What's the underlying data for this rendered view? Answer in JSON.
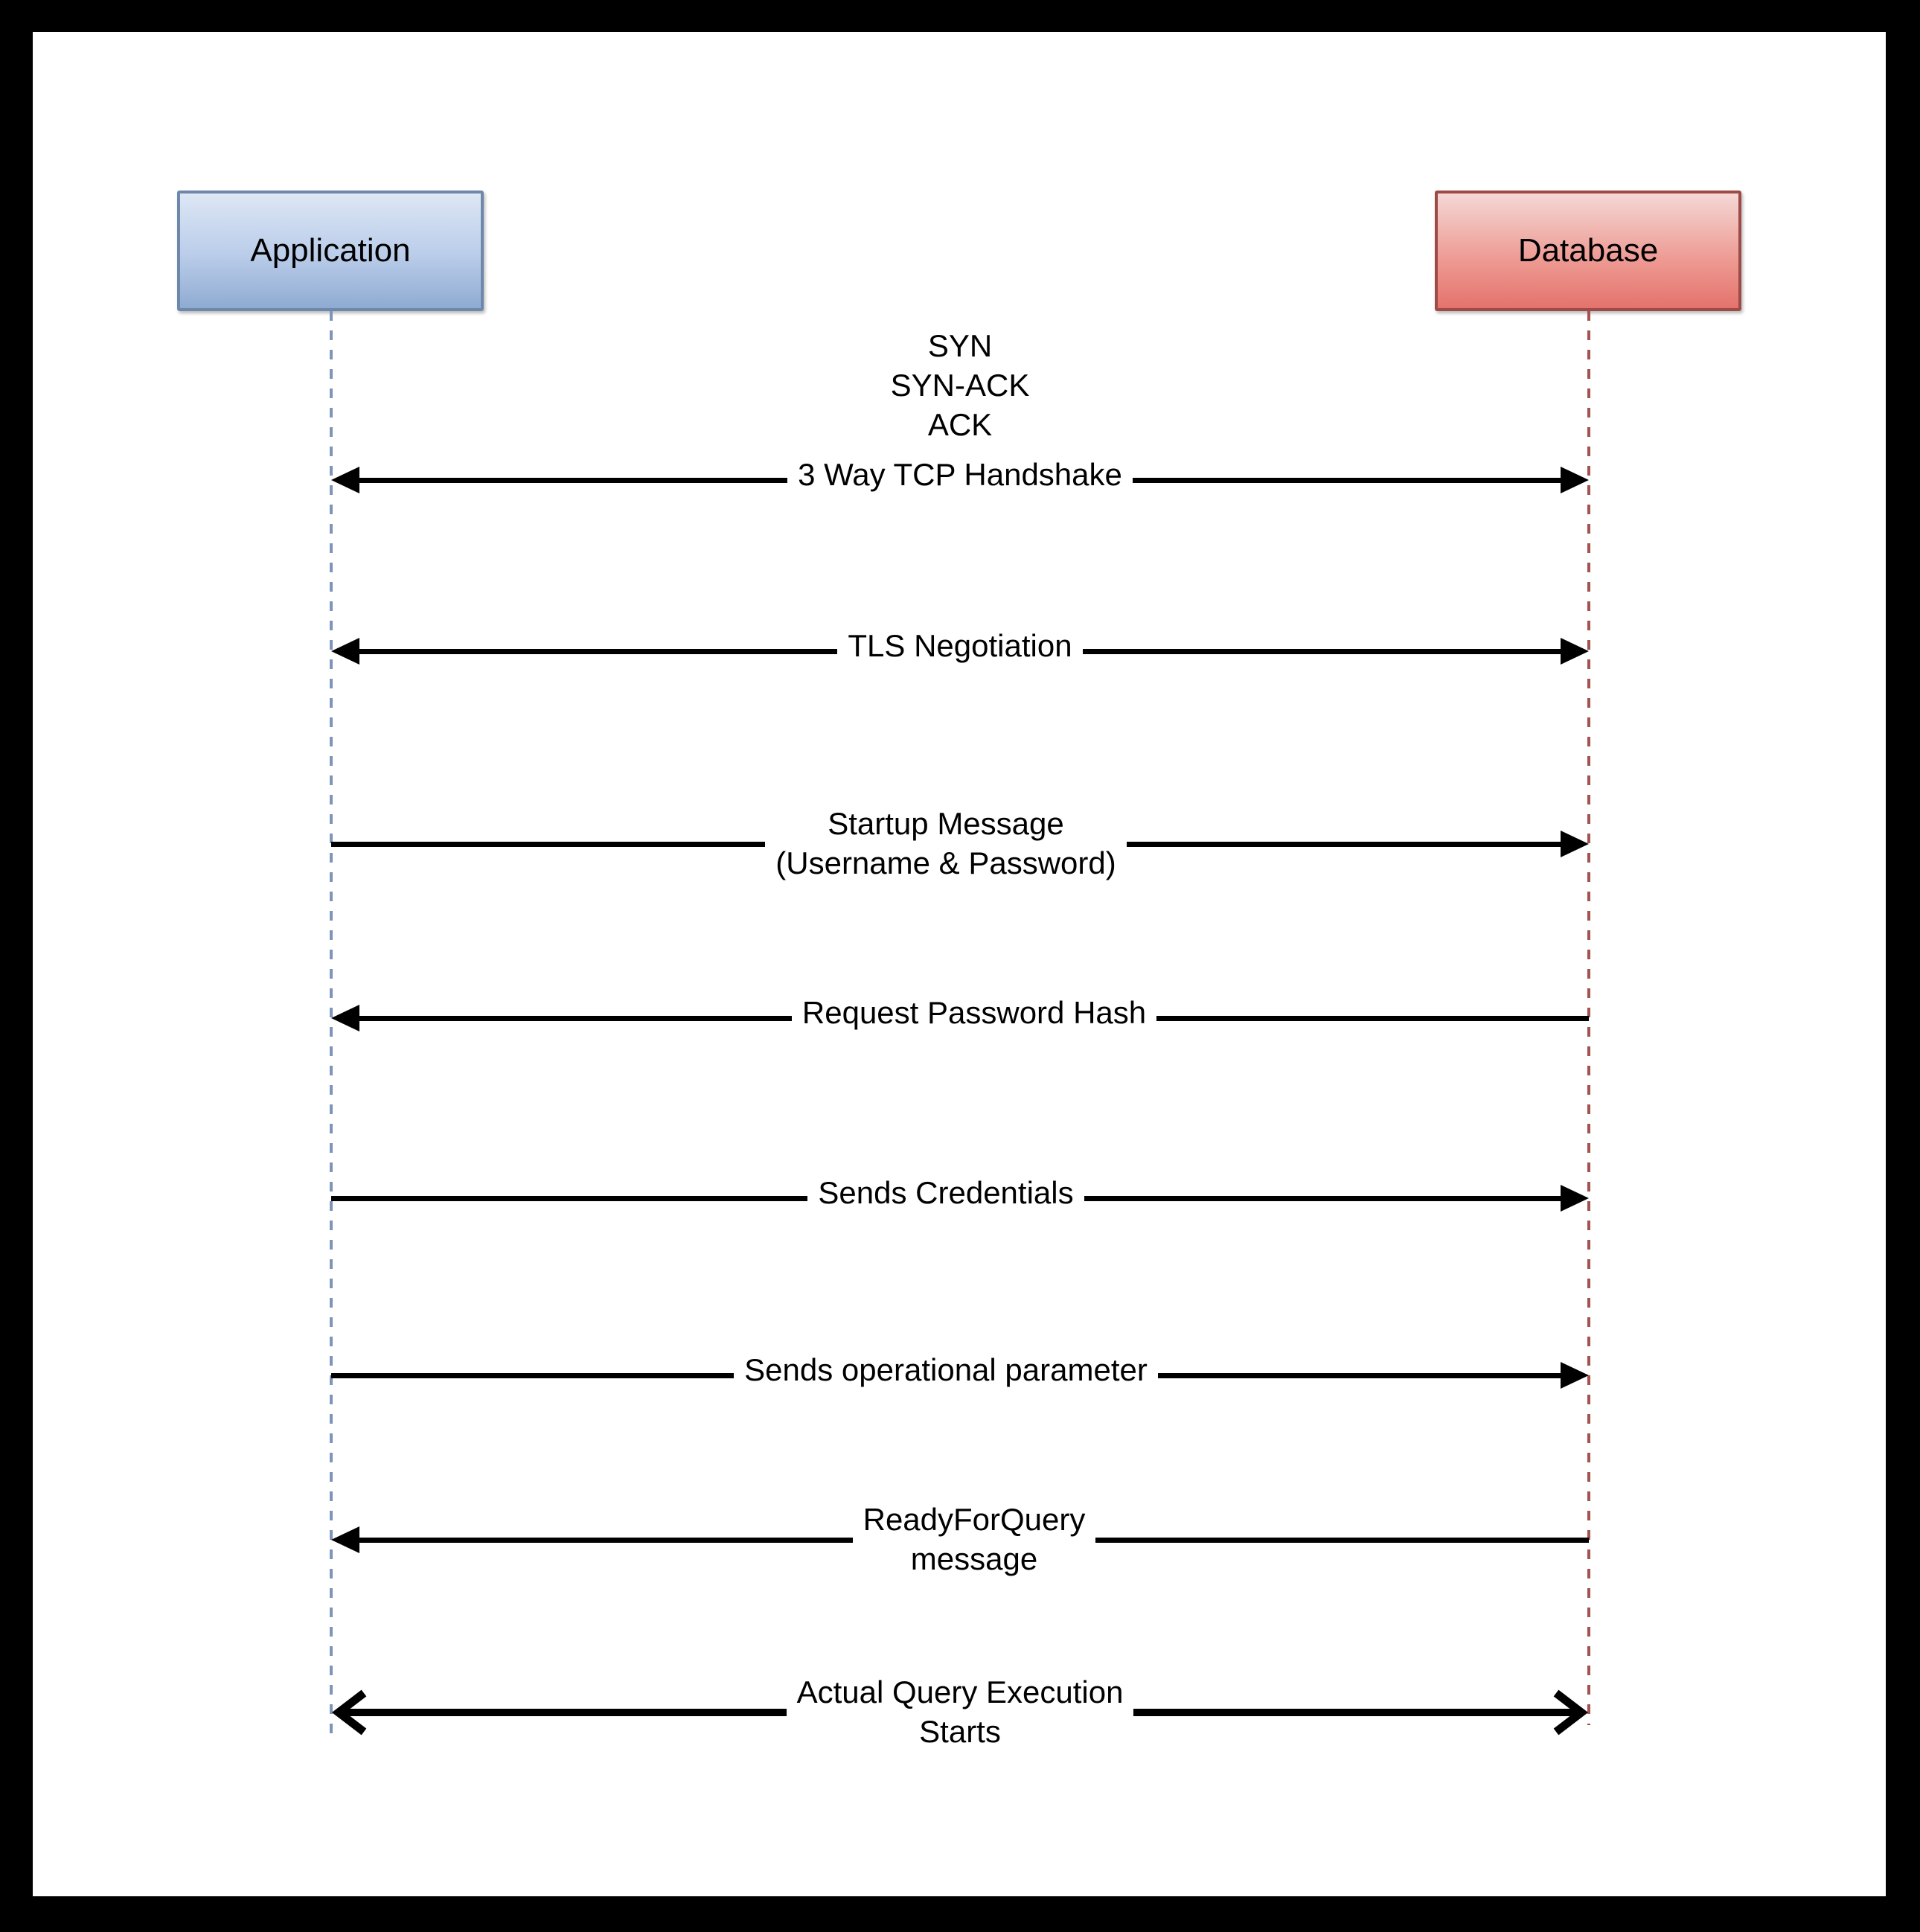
{
  "diagram": {
    "type": "sequence-diagram",
    "description": "Database connection handshake between an application and a database"
  },
  "actors": [
    {
      "id": "application",
      "label": "Application"
    },
    {
      "id": "database",
      "label": "Database"
    }
  ],
  "tcp_handshake_steps": {
    "step1": "SYN",
    "step2": "SYN-ACK",
    "step3": "ACK"
  },
  "messages": [
    {
      "label": "3 Way TCP Handshake",
      "from": "Application",
      "to": "Database",
      "direction": "both",
      "arrow_style": "filled"
    },
    {
      "label": "TLS Negotiation",
      "from": "Application",
      "to": "Database",
      "direction": "both",
      "arrow_style": "filled"
    },
    {
      "label": "Startup Message",
      "label2": "(Username & Password)",
      "from": "Application",
      "to": "Database",
      "direction": "right",
      "arrow_style": "filled"
    },
    {
      "label": "Request Password Hash",
      "from": "Database",
      "to": "Application",
      "direction": "left",
      "arrow_style": "filled"
    },
    {
      "label": "Sends Credentials",
      "from": "Application",
      "to": "Database",
      "direction": "right",
      "arrow_style": "filled"
    },
    {
      "label": "Sends operational parameter",
      "from": "Application",
      "to": "Database",
      "direction": "right",
      "arrow_style": "filled"
    },
    {
      "label": "ReadyForQuery",
      "label2": "message",
      "from": "Database",
      "to": "Application",
      "direction": "left",
      "arrow_style": "filled"
    },
    {
      "label": "Actual Query Execution",
      "label2": "Starts",
      "from": "Application",
      "to": "Database",
      "direction": "both",
      "arrow_style": "open-chevron"
    }
  ],
  "colors": {
    "frame": "#000000",
    "background": "#ffffff",
    "arrow": "#000000",
    "text": "#000000",
    "app_border": "#6e88ab",
    "app_fill_top": "#dde7f5",
    "app_fill_mid": "#b9cce9",
    "app_fill_bottom": "#8fabd2",
    "app_lifeline": "#7d95b8",
    "db_border": "#9d4b46",
    "db_fill_top": "#f4d8d5",
    "db_fill_mid": "#ee9d96",
    "db_fill_bottom": "#e4736c",
    "db_lifeline": "#a3534e"
  }
}
